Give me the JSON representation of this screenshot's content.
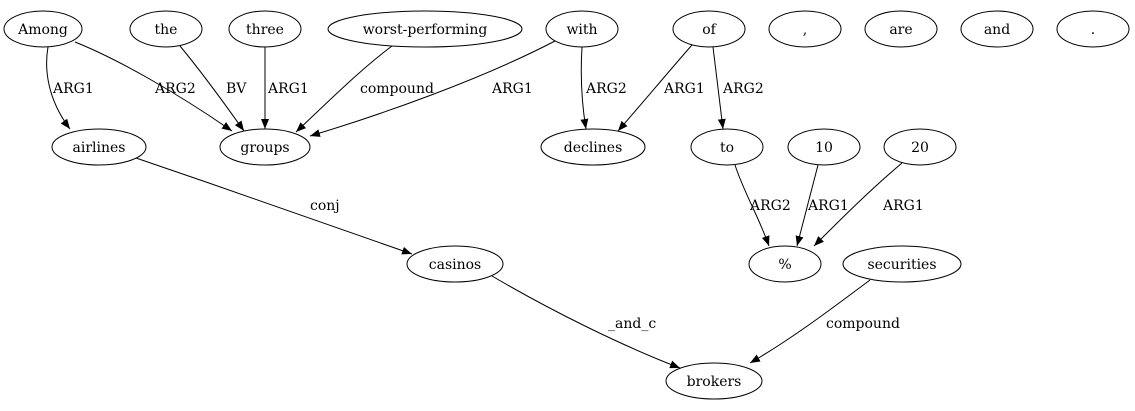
{
  "nodes": [
    {
      "id": "among",
      "label": "Among"
    },
    {
      "id": "the",
      "label": "the"
    },
    {
      "id": "three",
      "label": "three"
    },
    {
      "id": "worst",
      "label": "worst-performing"
    },
    {
      "id": "with",
      "label": "with"
    },
    {
      "id": "of",
      "label": "of"
    },
    {
      "id": "comma",
      "label": ","
    },
    {
      "id": "are",
      "label": "are"
    },
    {
      "id": "and",
      "label": "and"
    },
    {
      "id": "period",
      "label": "."
    },
    {
      "id": "airlines",
      "label": "airlines"
    },
    {
      "id": "groups",
      "label": "groups"
    },
    {
      "id": "declines",
      "label": "declines"
    },
    {
      "id": "to",
      "label": "to"
    },
    {
      "id": "n10",
      "label": "10"
    },
    {
      "id": "n20",
      "label": "20"
    },
    {
      "id": "casinos",
      "label": "casinos"
    },
    {
      "id": "percent",
      "label": "%"
    },
    {
      "id": "securities",
      "label": "securities"
    },
    {
      "id": "brokers",
      "label": "brokers"
    }
  ],
  "edges": [
    {
      "from": "among",
      "to": "airlines",
      "label": "ARG1"
    },
    {
      "from": "among",
      "to": "groups",
      "label": "ARG2"
    },
    {
      "from": "the",
      "to": "groups",
      "label": "BV"
    },
    {
      "from": "three",
      "to": "groups",
      "label": "ARG1"
    },
    {
      "from": "worst",
      "to": "groups",
      "label": "compound"
    },
    {
      "from": "with",
      "to": "groups",
      "label": "ARG1"
    },
    {
      "from": "with",
      "to": "declines",
      "label": "ARG2"
    },
    {
      "from": "of",
      "to": "declines",
      "label": "ARG1"
    },
    {
      "from": "of",
      "to": "to",
      "label": "ARG2"
    },
    {
      "from": "airlines",
      "to": "casinos",
      "label": "conj"
    },
    {
      "from": "to",
      "to": "percent",
      "label": "ARG2"
    },
    {
      "from": "n10",
      "to": "percent",
      "label": "ARG1"
    },
    {
      "from": "n20",
      "to": "percent",
      "label": "ARG1"
    },
    {
      "from": "casinos",
      "to": "brokers",
      "label": "_and_c"
    },
    {
      "from": "securities",
      "to": "brokers",
      "label": "compound"
    }
  ]
}
